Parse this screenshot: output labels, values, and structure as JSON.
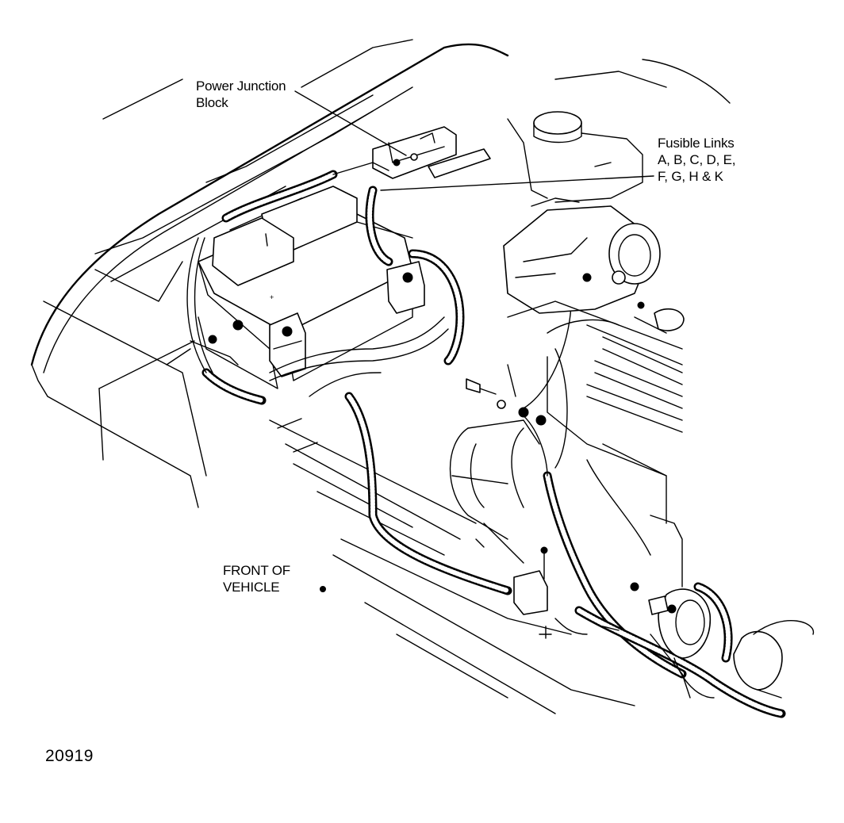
{
  "labels": {
    "power_junction_line1": "Power Junction",
    "power_junction_line2": "Block",
    "fusible_links_line1": "Fusible Links",
    "fusible_links_line2": "A, B, C, D, E,",
    "fusible_links_line3": "F, G, H & K",
    "front_line1": "FRONT OF",
    "front_line2": "VEHICLE",
    "figure_number": "20919"
  },
  "colors": {
    "line": "#000000",
    "background": "#ffffff"
  }
}
